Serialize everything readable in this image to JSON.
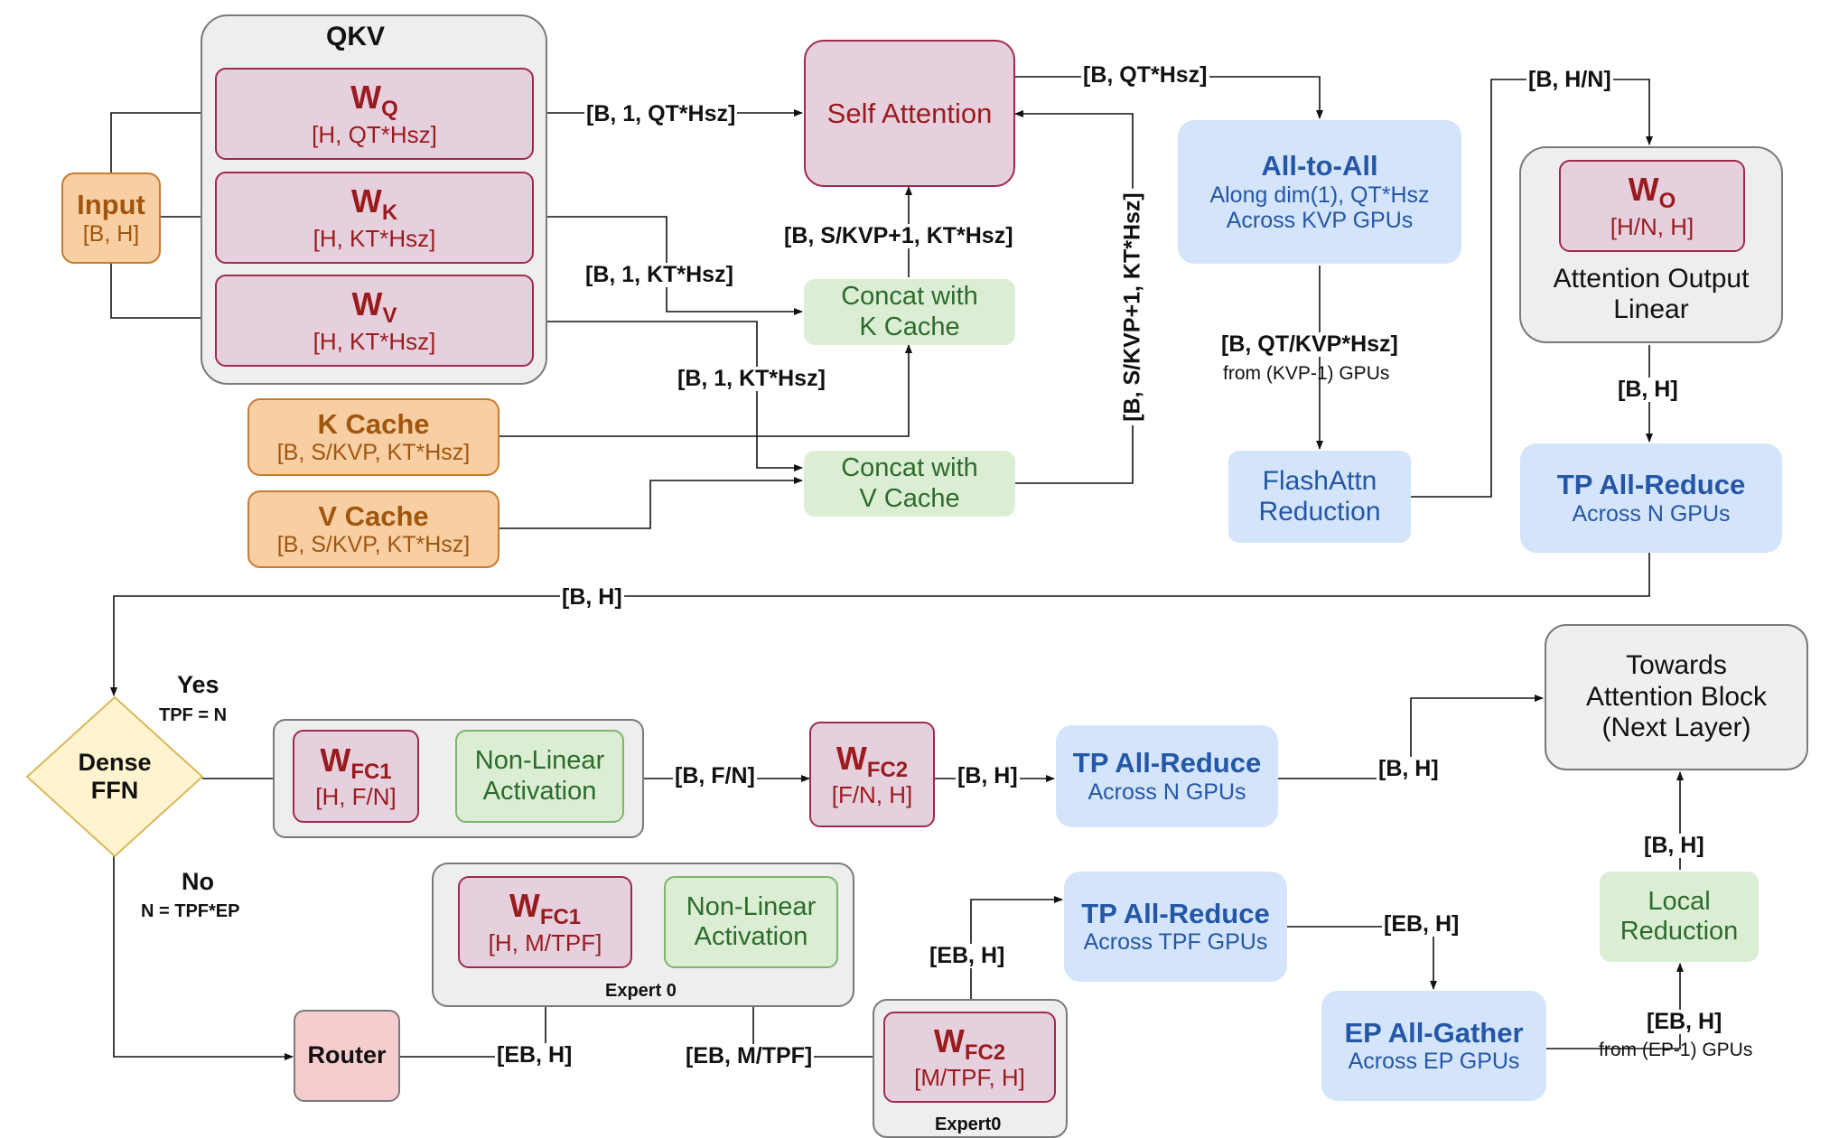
{
  "qkv_group": {
    "title": "QKV"
  },
  "input": {
    "title": "Input",
    "dims": "[B, H]"
  },
  "wq": {
    "letter": "W",
    "sub": "Q",
    "dims": "[H, QT*Hsz]"
  },
  "wk": {
    "letter": "W",
    "sub": "K",
    "dims": "[H, KT*Hsz]"
  },
  "wv": {
    "letter": "W",
    "sub": "V",
    "dims": "[H, KT*Hsz]"
  },
  "k_cache": {
    "title": "K Cache",
    "dims": "[B, S/KVP, KT*Hsz]"
  },
  "v_cache": {
    "title": "V Cache",
    "dims": "[B, S/KVP, KT*Hsz]"
  },
  "self_attention": {
    "label": "Self Attention"
  },
  "concat_k": {
    "line1": "Concat with",
    "line2": "K Cache"
  },
  "concat_v": {
    "line1": "Concat with",
    "line2": "V Cache"
  },
  "all_to_all": {
    "title": "All-to-All",
    "line1": "Along dim(1), QT*Hsz",
    "line2": "Across KVP GPUs"
  },
  "flashattn": {
    "line1": "FlashAttn",
    "line2": "Reduction"
  },
  "wo_group": {
    "letter": "W",
    "sub": "O",
    "dims": "[H/N, H]",
    "caption1": "Attention Output",
    "caption2": "Linear"
  },
  "tp_reduce_attn": {
    "title": "TP All-Reduce",
    "sub": "Across N GPUs"
  },
  "dense_ffn": {
    "line1": "Dense",
    "line2": "FFN"
  },
  "branch_yes": {
    "label": "Yes",
    "cond": "TPF = N"
  },
  "branch_no": {
    "label": "No",
    "cond": "N = TPF*EP"
  },
  "dense_fc1": {
    "letter": "W",
    "sub": "FC1",
    "dims": "[H, F/N]"
  },
  "dense_act": {
    "line1": "Non-Linear",
    "line2": "Activation"
  },
  "dense_fc2": {
    "letter": "W",
    "sub": "FC2",
    "dims": "[F/N, H]"
  },
  "tp_reduce_dense": {
    "title": "TP All-Reduce",
    "sub": "Across N GPUs"
  },
  "towards": {
    "line1": "Towards",
    "line2": "Attention Block",
    "line3": "(Next Layer)"
  },
  "expert_fc1": {
    "letter": "W",
    "sub": "FC1",
    "dims": "[H, M/TPF]"
  },
  "expert_act": {
    "line1": "Non-Linear",
    "line2": "Activation"
  },
  "expert0_a": {
    "caption": "Expert 0"
  },
  "expert_fc2": {
    "letter": "W",
    "sub": "FC2",
    "dims": "[M/TPF, H]"
  },
  "expert0_b": {
    "caption": "Expert0"
  },
  "router": {
    "label": "Router"
  },
  "tp_reduce_tpf": {
    "title": "TP All-Reduce",
    "sub": "Across TPF GPUs"
  },
  "ep_gather": {
    "title": "EP All-Gather",
    "sub": "Across EP GPUs"
  },
  "local_reduction": {
    "line1": "Local",
    "line2": "Reduction"
  },
  "edges": {
    "q_out": "[B, 1, QT*Hsz]",
    "k_out": "[B, 1, KT*Hsz]",
    "v_out": "[B, 1, KT*Hsz]",
    "concat_k_out": "[B, S/KVP+1, KT*Hsz]",
    "concat_v_out": "[B, S/KVP+1, KT*Hsz]",
    "attn_out": "[B, QT*Hsz]",
    "a2a_out": "[B, QT/KVP*Hsz]",
    "a2a_out_note": "from (KVP-1) GPUs",
    "flash_out": "[B, H/N]",
    "wo_out": "[B, H]",
    "attn_block_out": "[B, H]",
    "dense_fc1_out": "[B, F/N]",
    "dense_fc2_out": "[B, H]",
    "dense_reduce_out": "[B, H]",
    "router_out": "[EB, H]",
    "expert_act_out": "[EB, M/TPF]",
    "expert_fc2_out": "[EB, H]",
    "tpf_reduce_out": "[EB, H]",
    "ep_gather_out": "[EB, H]",
    "ep_gather_note": "from (EP-1) GPUs",
    "local_out": "[B, H]"
  }
}
